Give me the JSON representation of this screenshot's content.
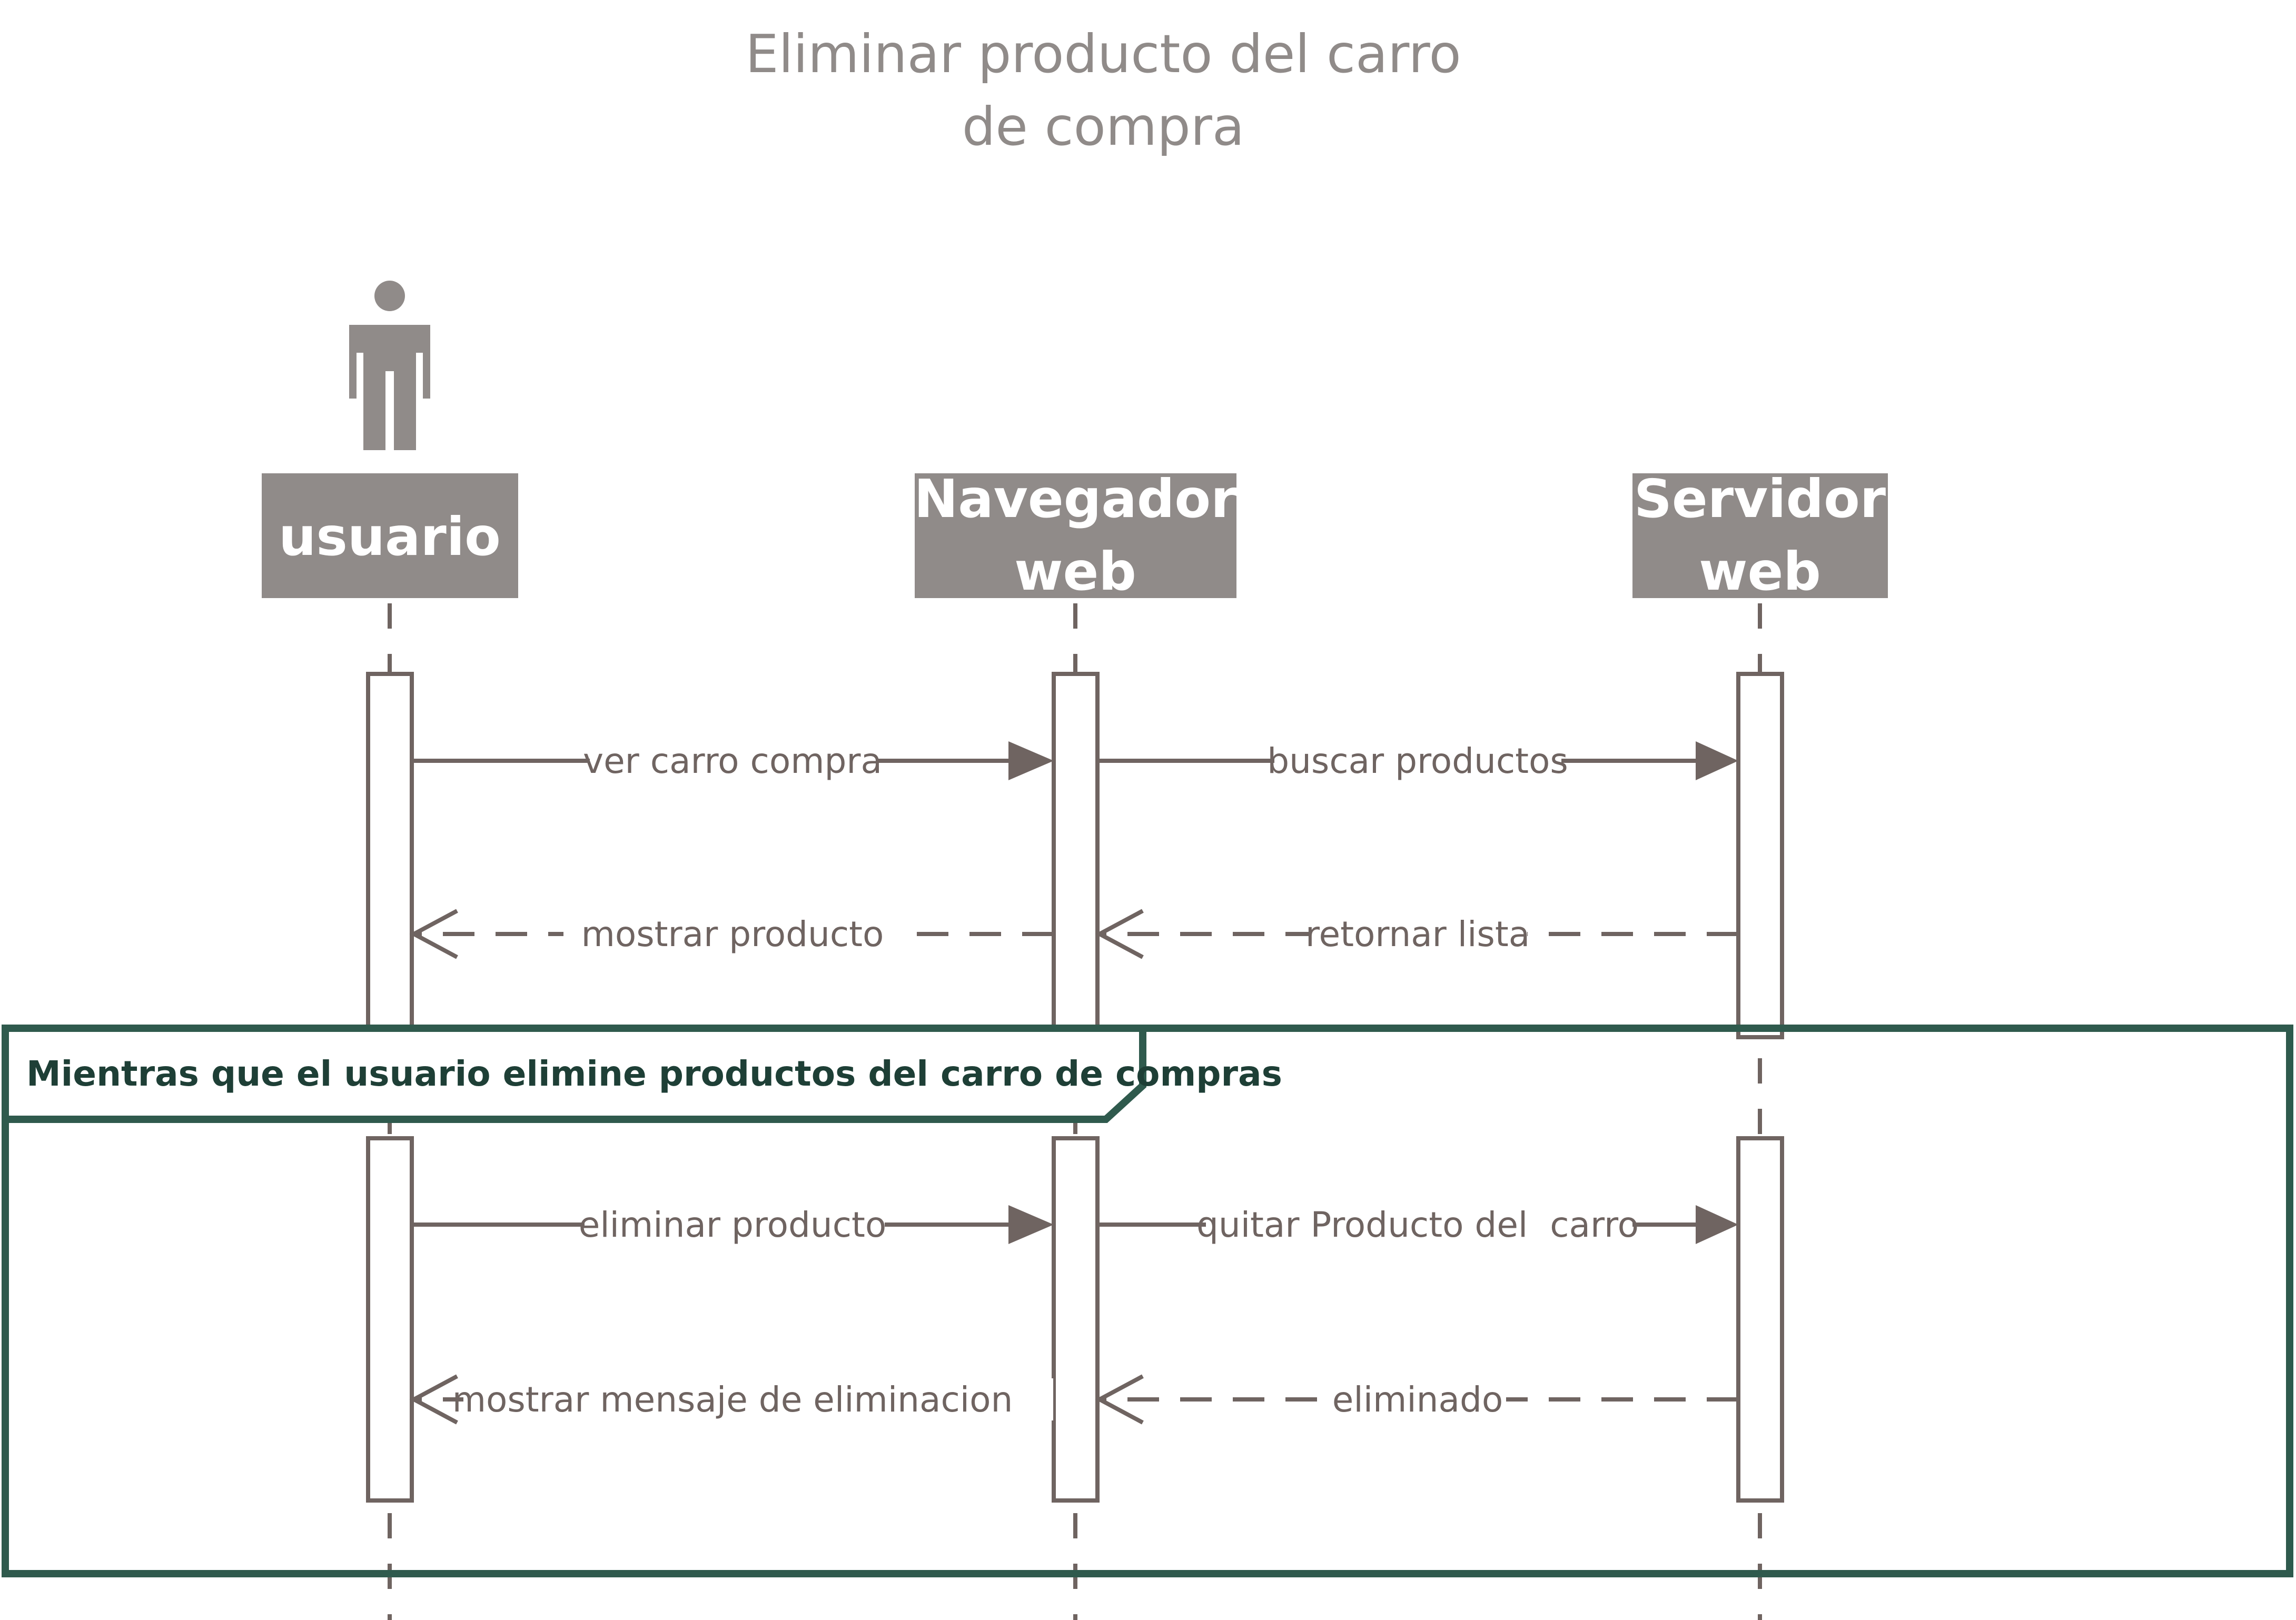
{
  "diagram": {
    "title_line1": "Eliminar producto del carro",
    "title_line2": "de compra",
    "participants": [
      {
        "name": "usuario",
        "label_lines": [
          "usuario"
        ],
        "icon": "actor-person-icon"
      },
      {
        "name": "navegador-web",
        "label_lines": [
          "Navegador",
          "web"
        ]
      },
      {
        "name": "servidor-web",
        "label_lines": [
          "Servidor",
          "web"
        ]
      }
    ],
    "messages": [
      {
        "label": "ver carro compra",
        "kind": "call"
      },
      {
        "label": "buscar productos",
        "kind": "call"
      },
      {
        "label": "mostrar producto",
        "kind": "return"
      },
      {
        "label": "retornar lista",
        "kind": "return"
      },
      {
        "label": "eliminar producto",
        "kind": "call"
      },
      {
        "label": "quitar Producto del  carro",
        "kind": "call"
      },
      {
        "label": "mostrar mensaje de eliminacion",
        "kind": "return"
      },
      {
        "label": "eliminado",
        "kind": "return"
      }
    ],
    "loop_frame": {
      "label": "Mientras que el usuario elimine productos del carro de compras"
    },
    "colors": {
      "title": "#908b89",
      "participant_fill": "#908b89",
      "participant_text": "#ffffff",
      "line": "#6f6461",
      "frame": "#2f5a4d",
      "frame_text": "#1e3f36"
    }
  }
}
